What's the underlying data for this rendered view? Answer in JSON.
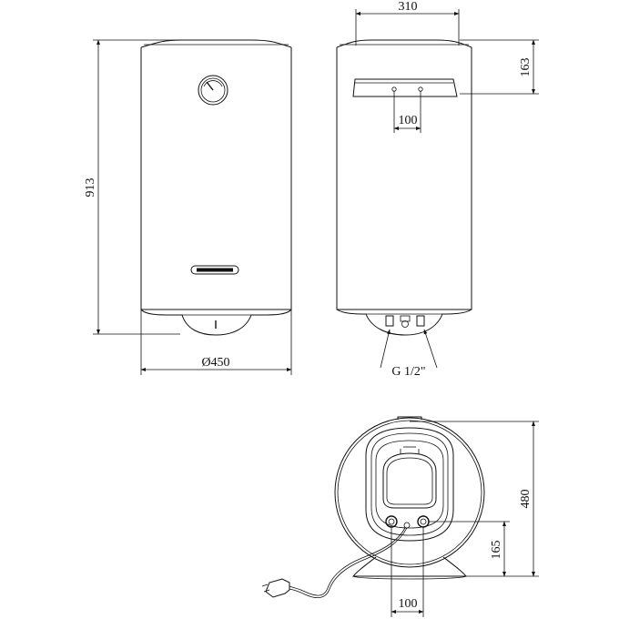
{
  "dimensions": {
    "height": "913",
    "diameter": "Ø450",
    "top_width": "310",
    "bracket_height": "163",
    "bracket_spacing": "100",
    "thread": "G 1/2\"",
    "depth": "480",
    "pipe_height": "165",
    "pipe_spacing": "100"
  },
  "colors": {
    "line": "#111111",
    "background": "#ffffff"
  }
}
